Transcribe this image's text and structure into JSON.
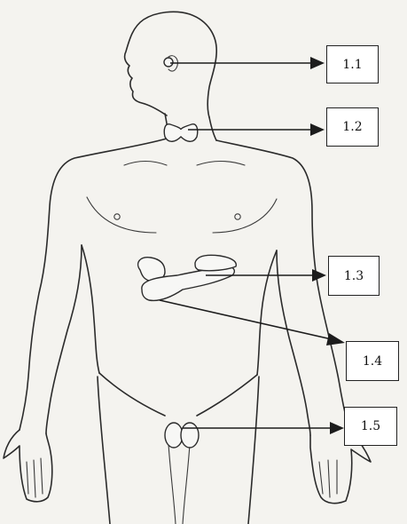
{
  "labels": [
    {
      "id": "1.1",
      "text": "1.1"
    },
    {
      "id": "1.2",
      "text": "1.2"
    },
    {
      "id": "1.3",
      "text": "1.3"
    },
    {
      "id": "1.4",
      "text": "1.4"
    },
    {
      "id": "1.5",
      "text": "1.5"
    }
  ],
  "colors": {
    "line": "#1c1c1c",
    "outline": "#2b2b2b",
    "paper": "#f4f3ef"
  }
}
